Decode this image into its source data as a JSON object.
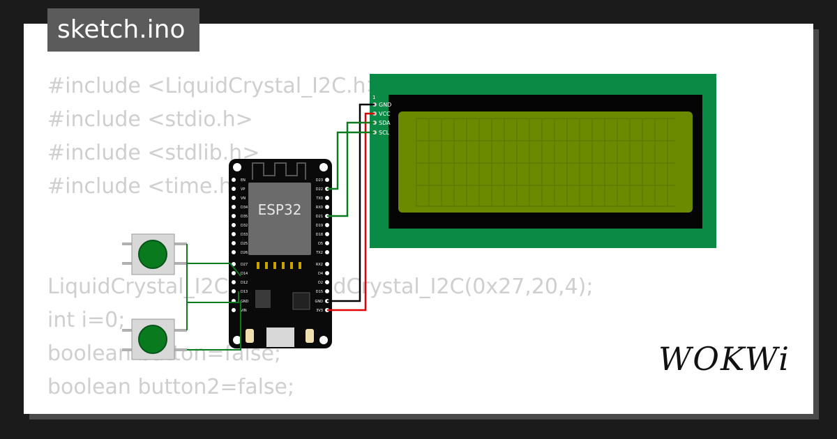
{
  "file_tab": {
    "label": "sketch.ino"
  },
  "code_lines": [
    "#include <LiquidCrystal_I2C.h>",
    "#include <stdio.h>",
    "#include <stdlib.h>",
    "#include <time.h>",
    "LiquidCrystal_I2C lcd=LiquidCrystal_I2C(0x27,20,4);",
    "int i=0;",
    "boolean button=false;",
    "boolean button2=false;"
  ],
  "esp32": {
    "label": "ESP32"
  },
  "lcd": {
    "pin_marker": "1",
    "pins": [
      "GND",
      "VCC",
      "SDA",
      "SCL"
    ]
  },
  "esp32_pins": {
    "left": [
      "EN",
      "VP",
      "VN",
      "D34",
      "D35",
      "D32",
      "D33",
      "D25",
      "D26",
      "D27",
      "D14",
      "D12",
      "D13",
      "GND",
      "VIN"
    ],
    "right": [
      "D23",
      "D22",
      "TX0",
      "RX0",
      "D21",
      "D19",
      "D18",
      "D5",
      "TX2",
      "RX2",
      "D4",
      "D2",
      "D15",
      "GND",
      "3V3"
    ]
  },
  "brand": {
    "logo": "WOKWi"
  },
  "colors": {
    "background": "#1b1b1b",
    "card": "#ffffff",
    "lcd_board": "#0b8a45",
    "lcd_screen": "#6b8a00",
    "button_cap": "#0a7a1e",
    "wire_black": "#000000",
    "wire_red": "#e00000",
    "wire_green": "#0a7a1e"
  }
}
